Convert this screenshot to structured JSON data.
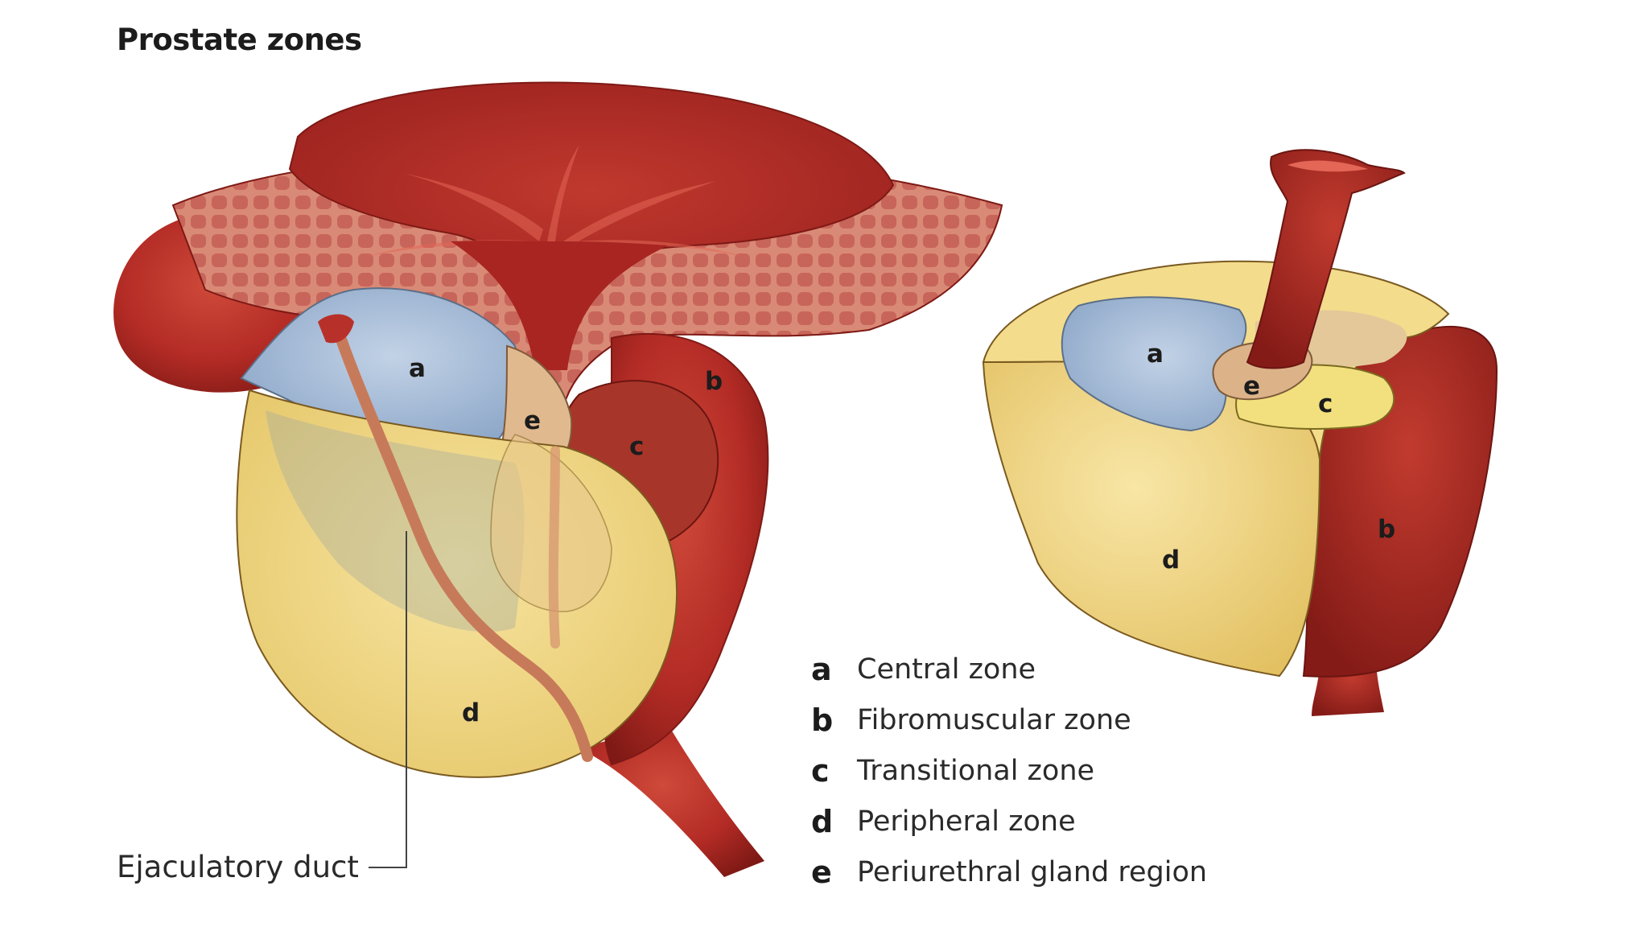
{
  "title": "Prostate zones",
  "callout": {
    "label": "Ejaculatory duct"
  },
  "diagram_letters": {
    "left": {
      "a": "a",
      "b": "b",
      "c": "c",
      "d": "d",
      "e": "e"
    },
    "right": {
      "a": "a",
      "b": "b",
      "c": "c",
      "d": "d",
      "e": "e"
    }
  },
  "legend": [
    {
      "key": "a",
      "label": "Central zone"
    },
    {
      "key": "b",
      "label": "Fibromuscular zone"
    },
    {
      "key": "c",
      "label": "Transitional zone"
    },
    {
      "key": "d",
      "label": "Peripheral zone"
    },
    {
      "key": "e",
      "label": "Periurethral gland region"
    }
  ],
  "colors": {
    "muscle": "#b8302a",
    "muscle_dark": "#8e1f1b",
    "bladder_wall": "#d99280",
    "central_zone": "#9fb6d4",
    "peripheral_zone": "#f0d37a",
    "transitional_zone": "#f4e07c",
    "periurethral": "#dcb389"
  }
}
